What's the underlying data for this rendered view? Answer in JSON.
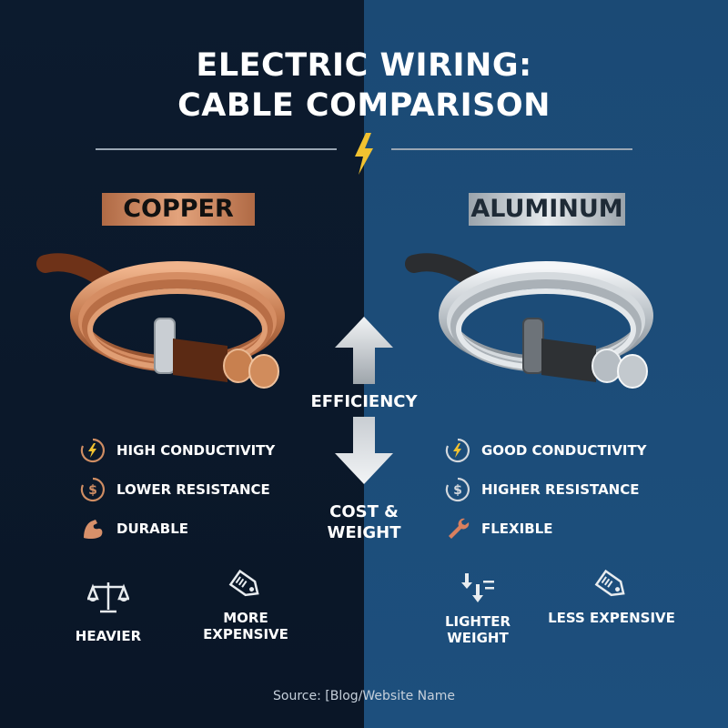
{
  "title": {
    "line1": "ELECTRIC WIRING:",
    "line2": "CABLE COMPARISON"
  },
  "copper": {
    "label": "COPPER",
    "features": [
      {
        "icon": "lightning-cycle-icon",
        "text": "HIGH CONDUCTIVITY"
      },
      {
        "icon": "dollar-cycle-icon",
        "text": "LOWER RESISTANCE"
      },
      {
        "icon": "flexed-arm-icon",
        "text": "DURABLE"
      }
    ],
    "bottom": [
      {
        "icon": "balance-scale-icon",
        "text": "HEAVIER"
      },
      {
        "icon": "price-tag-icon",
        "text": "MORE EXPENSIVE"
      }
    ]
  },
  "aluminum": {
    "label": "ALUMINUM",
    "features": [
      {
        "icon": "lightning-cycle-icon",
        "text": "GOOD CONDUCTIVITY"
      },
      {
        "icon": "dollar-cycle-icon",
        "text": "HIGHER RESISTANCE"
      },
      {
        "icon": "wrench-icon",
        "text": "FLEXIBLE"
      }
    ],
    "bottom": [
      {
        "icon": "down-arrows-icon",
        "text": "LIGHTER WEIGHT"
      },
      {
        "icon": "price-tag-icon",
        "text": "LESS EXPENSIVE"
      }
    ]
  },
  "center": {
    "up_label": "EFFICIENCY",
    "down_label": "COST & WEIGHT"
  },
  "source": "Source: [Blog/Website Name",
  "colors": {
    "copper": "#c9845c",
    "aluminum": "#c3c9cf",
    "bolt": "#f2c230",
    "left_bg": "#0c1b2e",
    "right_bg": "#1d4f7d"
  }
}
